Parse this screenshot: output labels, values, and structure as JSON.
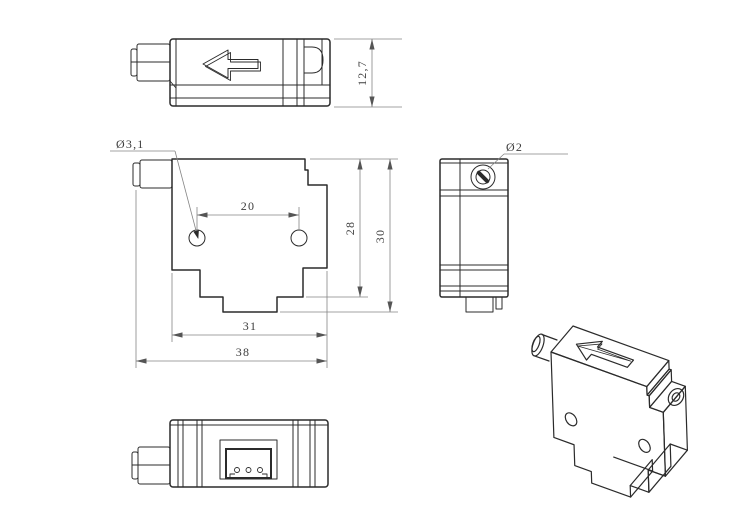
{
  "drawing": {
    "kind": "engineering-drawing",
    "colors": {
      "background": "#ffffff",
      "part_lines": "#2b2b2b",
      "dimension_lines": "#858585",
      "dimension_text": "#3c3c3c"
    },
    "icons": [
      "arrow-left-icon",
      "arrow-left-icon-isometric"
    ],
    "views": {
      "top": {
        "dimensions": {
          "thickness": "12,7"
        }
      },
      "front": {
        "dimensions": {
          "hole_diameter": "Ø3,1",
          "hole_spacing": "20",
          "body_height": "28",
          "total_height": "30",
          "body_width": "31",
          "total_width": "38"
        }
      },
      "side": {
        "dimensions": {
          "hole_diameter": "Ø2"
        }
      }
    }
  }
}
